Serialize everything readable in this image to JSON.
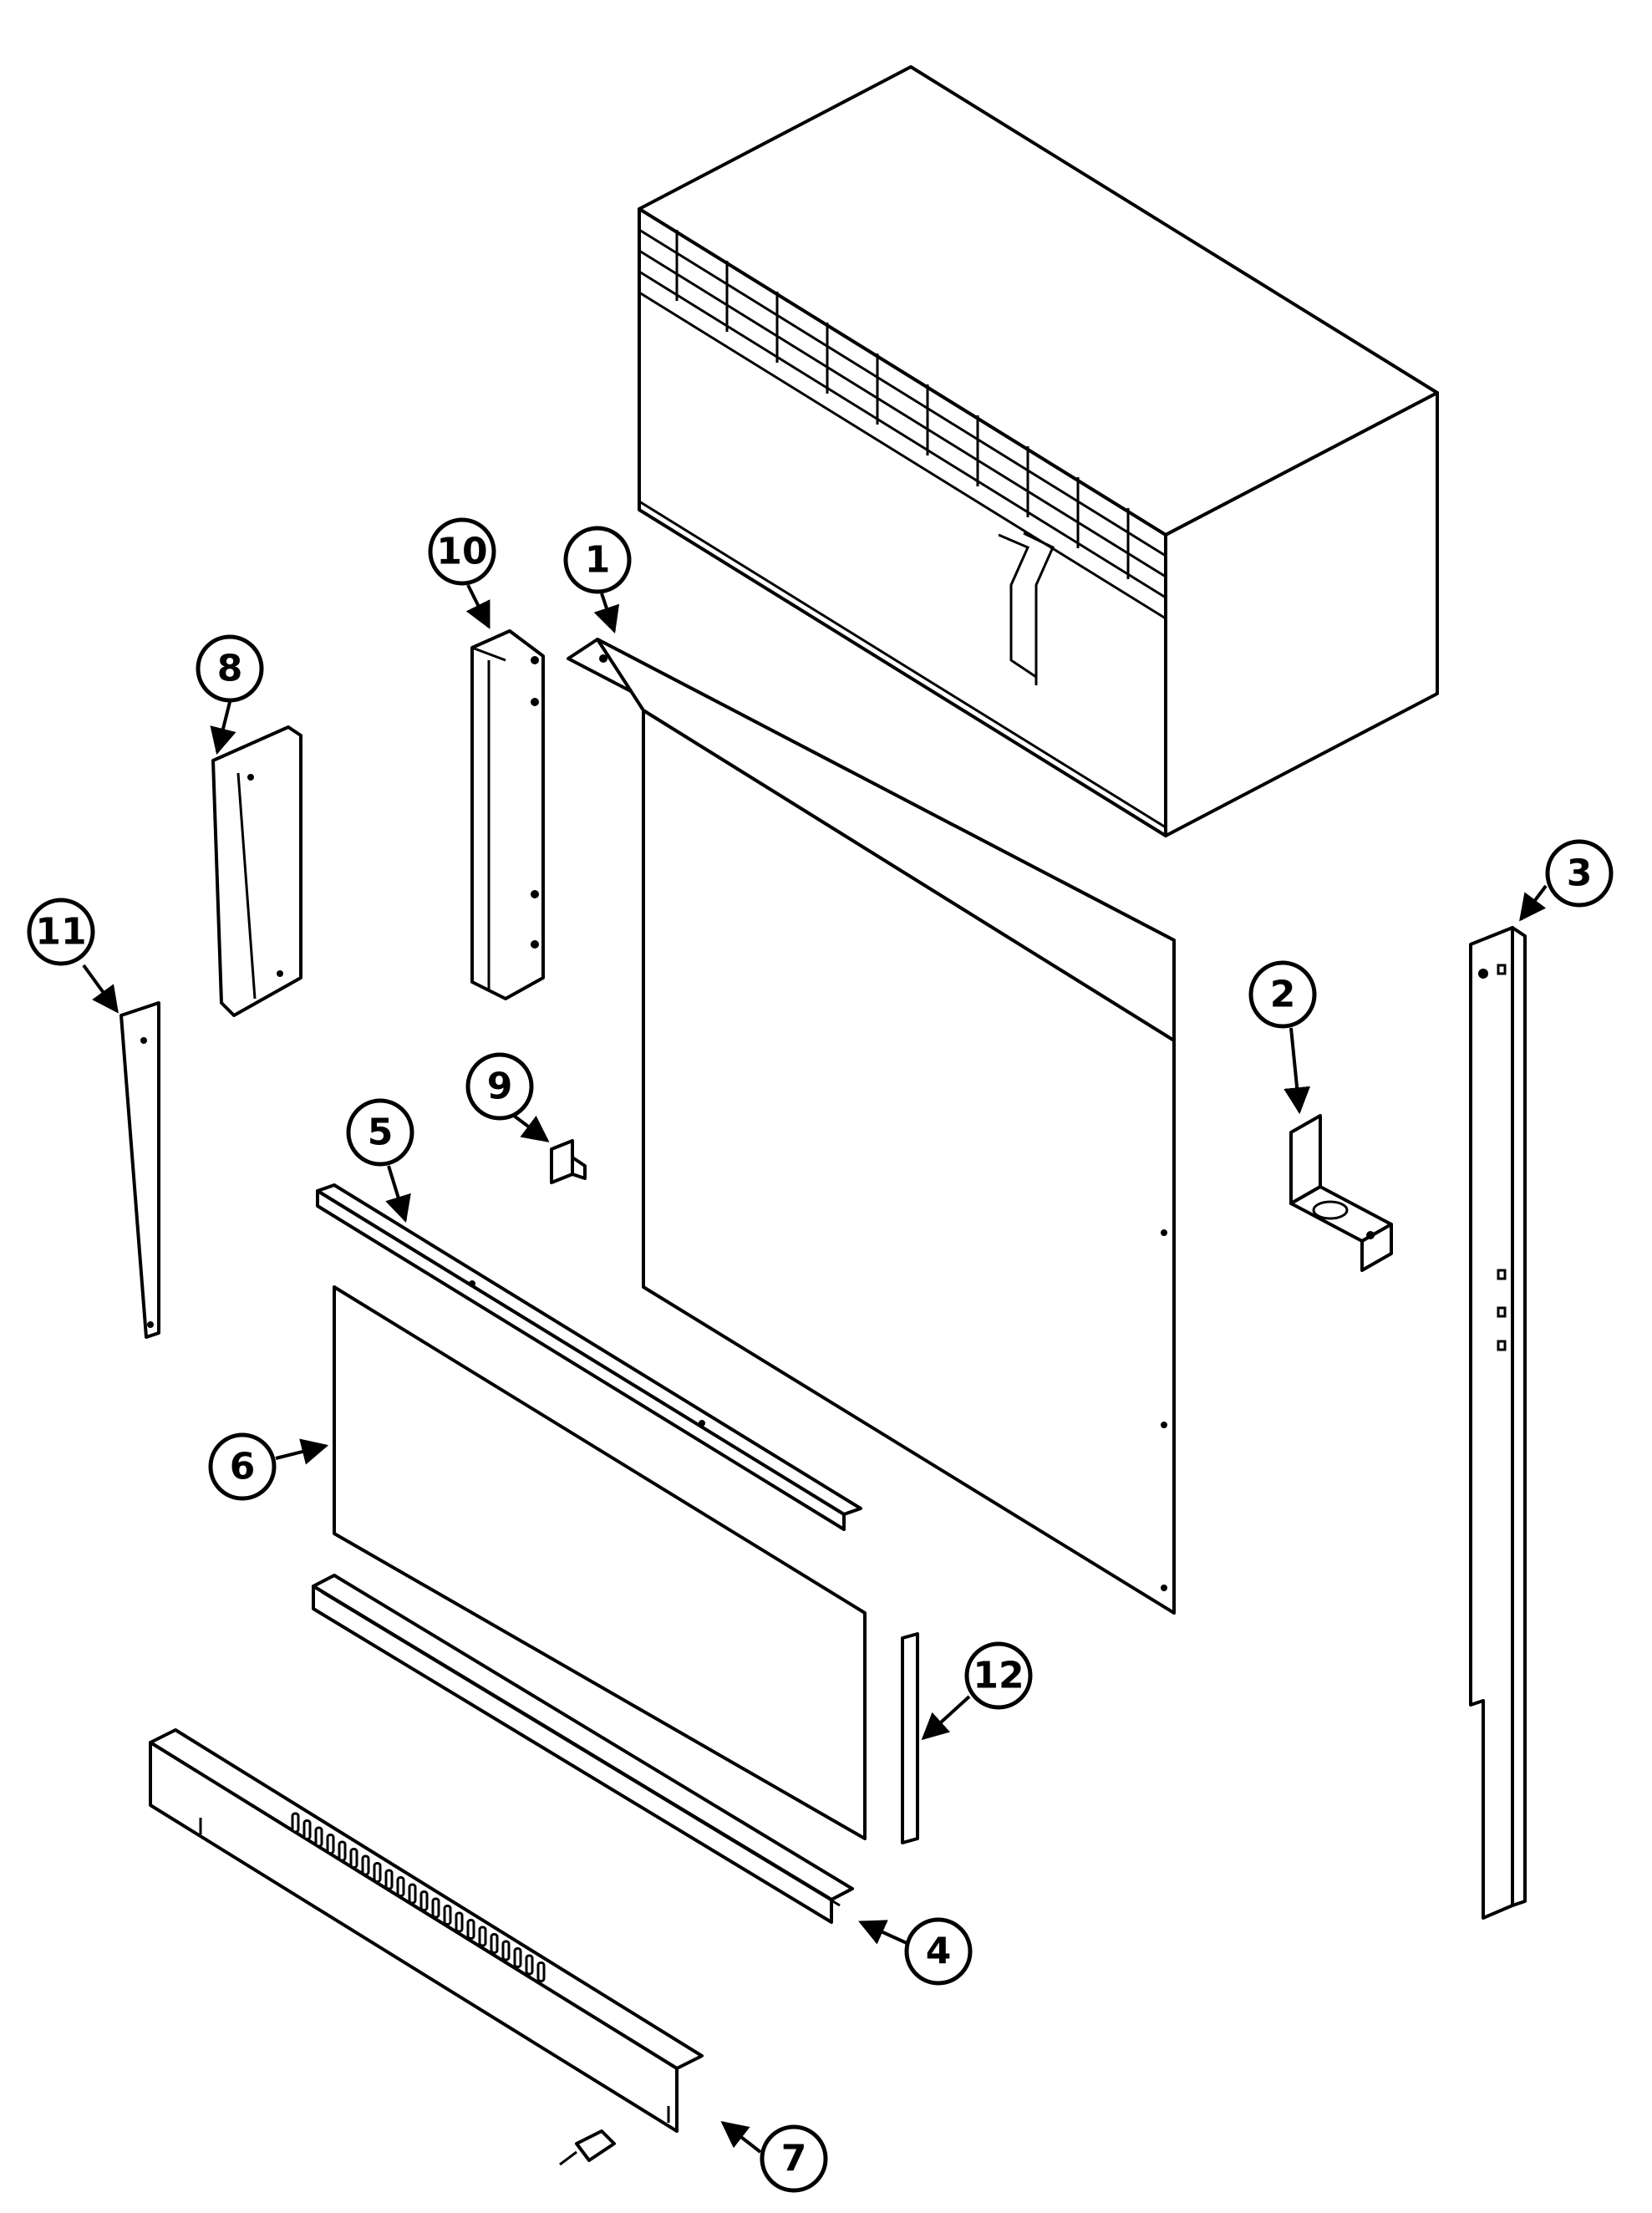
{
  "colors": {
    "ink": "#000000",
    "paper": "#ffffff"
  },
  "callouts": [
    {
      "label": "1"
    },
    {
      "label": "2"
    },
    {
      "label": "3"
    },
    {
      "label": "4"
    },
    {
      "label": "5"
    },
    {
      "label": "6"
    },
    {
      "label": "7"
    },
    {
      "label": "8"
    },
    {
      "label": "9"
    },
    {
      "label": "10"
    },
    {
      "label": "11"
    },
    {
      "label": "12"
    }
  ]
}
